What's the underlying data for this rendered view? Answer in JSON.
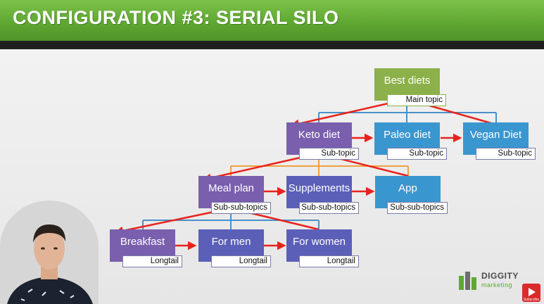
{
  "header": {
    "title": "CONFIGURATION #3: SERIAL SILO"
  },
  "nodes": {
    "best_diets": {
      "title": "Best diets",
      "label": "Main topic"
    },
    "keto_diet": {
      "title": "Keto diet",
      "label": "Sub-topic"
    },
    "paleo_diet": {
      "title": "Paleo diet",
      "label": "Sub-topic"
    },
    "vegan_diet": {
      "title": "Vegan Diet",
      "label": "Sub-topic"
    },
    "meal_plan": {
      "title": "Meal plan",
      "label": "Sub-sub-topics"
    },
    "supplements": {
      "title": "Supplements",
      "label": "Sub-sub-topics"
    },
    "app": {
      "title": "App",
      "label": "Sub-sub-topics"
    },
    "breakfast": {
      "title": "Breakfast",
      "label": "Longtail"
    },
    "for_men": {
      "title": "For men",
      "label": "Longtail"
    },
    "for_women": {
      "title": "For women",
      "label": "Longtail"
    }
  },
  "logo": {
    "brand": "DIGGITY",
    "tagline": "marketing"
  },
  "youtube": {
    "label": "Subscribe"
  },
  "colors": {
    "banner": "#5fa832",
    "main_topic": "#8cb04a",
    "sub_topic_blue": "#3a96cf",
    "purple": "#7a5fae",
    "indigo": "#5c5fb8",
    "arrow": "#e8231c",
    "connector_blue": "#4a90c8",
    "connector_orange": "#f0a040"
  }
}
